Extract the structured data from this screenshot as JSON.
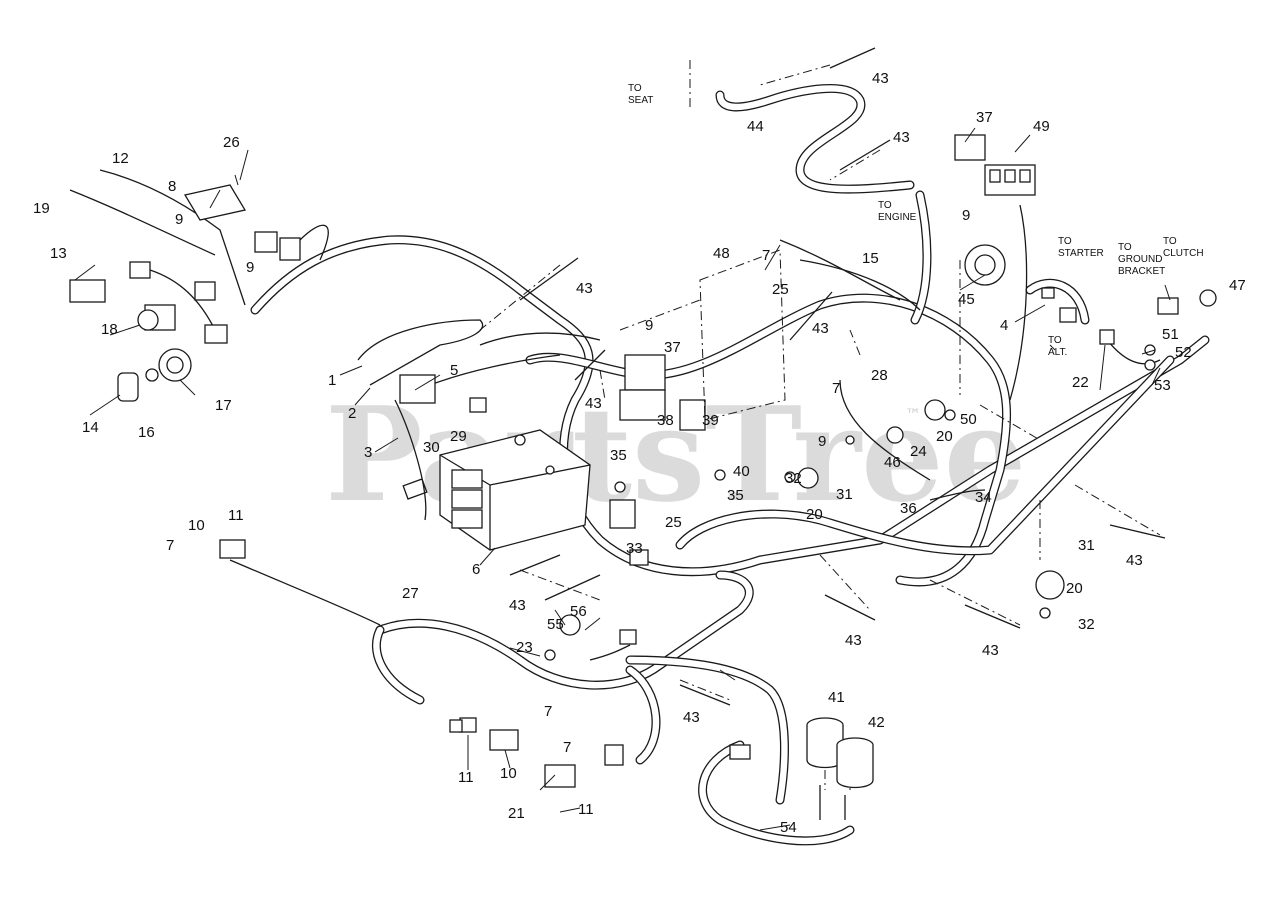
{
  "watermark": {
    "text": "PartsTree",
    "trademark": "™"
  },
  "notes": [
    {
      "id": "to-seat",
      "lines": [
        "TO",
        "SEAT"
      ]
    },
    {
      "id": "to-engine",
      "lines": [
        "TO",
        "ENGINE"
      ]
    },
    {
      "id": "to-starter",
      "lines": [
        "TO",
        "STARTER"
      ]
    },
    {
      "id": "to-ground-bracket",
      "lines": [
        "TO",
        "GROUND",
        "BRACKET"
      ]
    },
    {
      "id": "to-clutch",
      "lines": [
        "TO",
        "CLUTCH"
      ]
    },
    {
      "id": "to-alt",
      "lines": [
        "TO",
        "ALT."
      ]
    }
  ],
  "callouts": [
    "1",
    "2",
    "3",
    "4",
    "5",
    "6",
    "7",
    "7",
    "7",
    "7",
    "7",
    "8",
    "9",
    "9",
    "9",
    "9",
    "9",
    "10",
    "10",
    "11",
    "11",
    "11",
    "12",
    "13",
    "14",
    "15",
    "16",
    "17",
    "18",
    "19",
    "20",
    "20",
    "20",
    "21",
    "22",
    "23",
    "24",
    "25",
    "25",
    "26",
    "27",
    "28",
    "29",
    "30",
    "31",
    "31",
    "32",
    "32",
    "33",
    "34",
    "35",
    "35",
    "36",
    "37",
    "37",
    "38",
    "39",
    "40",
    "41",
    "42",
    "43",
    "43",
    "43",
    "43",
    "43",
    "43",
    "43",
    "43",
    "43",
    "43",
    "44",
    "45",
    "46",
    "47",
    "48",
    "49",
    "50",
    "51",
    "52",
    "53",
    "54",
    "55",
    "56"
  ]
}
